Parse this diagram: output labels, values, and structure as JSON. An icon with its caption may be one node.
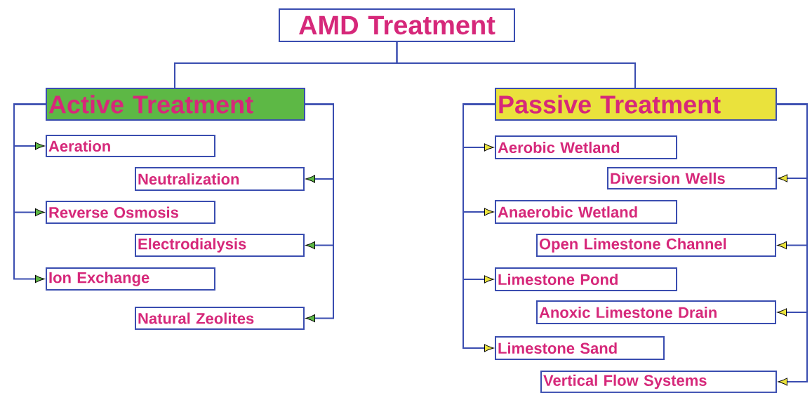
{
  "diagram": {
    "nodes": [
      {
        "text": [
          "AMD Treatment"
        ]
      },
      {
        "text": [
          "Active Treatment"
        ]
      },
      {
        "text": [
          "Aeration"
        ]
      },
      {
        "text": [
          "Neutralization"
        ]
      },
      {
        "text": [
          "Reverse Osmosis"
        ]
      },
      {
        "text": [
          "Electrodialysis"
        ]
      },
      {
        "text": [
          "Ion Exchange"
        ]
      },
      {
        "text": [
          "Natural Zeolites"
        ]
      },
      {
        "text": [
          "Passive Treatment"
        ]
      },
      {
        "text": [
          "Aerobic Wetland"
        ]
      },
      {
        "text": [
          "Diversion Wells"
        ]
      },
      {
        "text": [
          "Anaerobic Wetland"
        ]
      },
      {
        "text": [
          "Open Limestone Channel"
        ]
      },
      {
        "text": [
          "Limestone Pond"
        ]
      },
      {
        "text": [
          "Anoxic Limestone Drain"
        ]
      },
      {
        "text": [
          "Limestone Sand"
        ]
      },
      {
        "text": [
          "Vertical Flow Systems"
        ]
      }
    ],
    "edges": [
      {
        "from": 0,
        "to": 1,
        "arrow": "none"
      },
      {
        "from": 0,
        "to": 8,
        "arrow": "none"
      },
      {
        "from": 1,
        "to": 2,
        "arrow": "to"
      },
      {
        "from": 1,
        "to": 3,
        "arrow": "to"
      },
      {
        "from": 1,
        "to": 4,
        "arrow": "to"
      },
      {
        "from": 1,
        "to": 5,
        "arrow": "to"
      },
      {
        "from": 1,
        "to": 6,
        "arrow": "to"
      },
      {
        "from": 1,
        "to": 7,
        "arrow": "to"
      },
      {
        "from": 8,
        "to": 9,
        "arrow": "to"
      },
      {
        "from": 8,
        "to": 10,
        "arrow": "to"
      },
      {
        "from": 8,
        "to": 11,
        "arrow": "to"
      },
      {
        "from": 8,
        "to": 12,
        "arrow": "to"
      },
      {
        "from": 8,
        "to": 13,
        "arrow": "to"
      },
      {
        "from": 8,
        "to": 14,
        "arrow": "to"
      },
      {
        "from": 8,
        "to": 15,
        "arrow": "to"
      },
      {
        "from": 8,
        "to": 16,
        "arrow": "to"
      }
    ]
  }
}
